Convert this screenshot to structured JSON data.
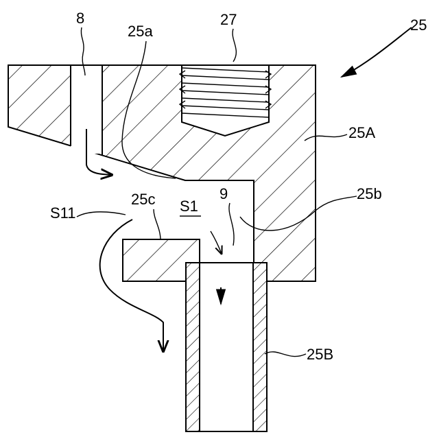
{
  "labels": {
    "l_8": "8",
    "l_25a": "25a",
    "l_27": "27",
    "l_25": "25",
    "l_25A": "25A",
    "l_9": "9",
    "l_25b": "25b",
    "l_S11": "S11",
    "l_25c": "25c",
    "l_S1": "S1",
    "l_25B": "25B"
  },
  "colors": {
    "line": "#000000",
    "background": "#ffffff"
  }
}
